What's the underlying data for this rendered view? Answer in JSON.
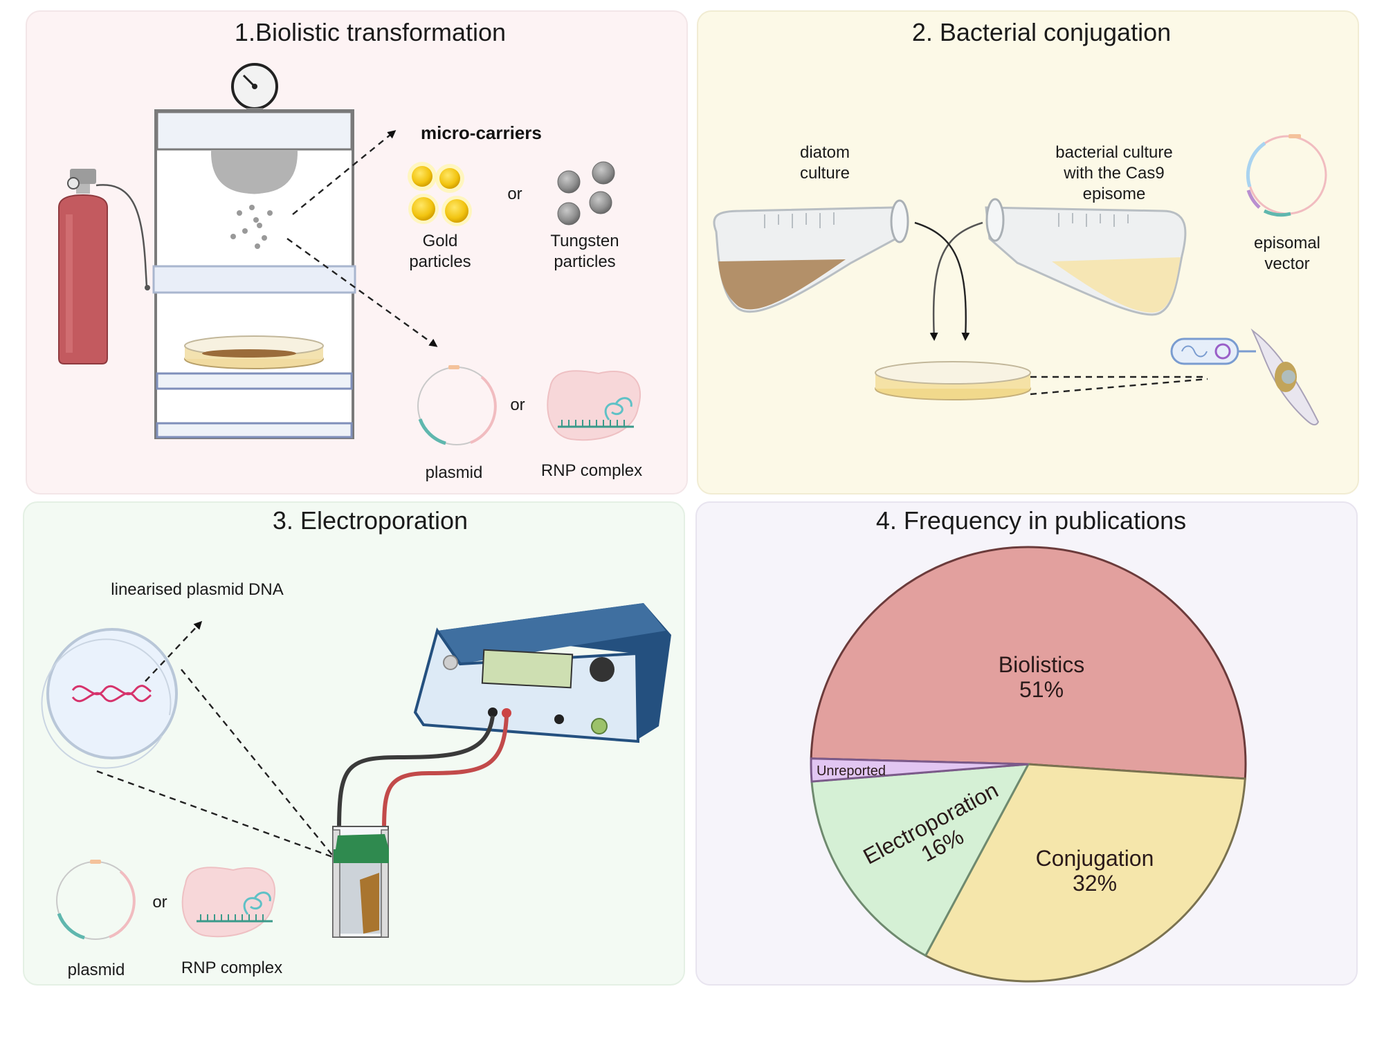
{
  "panels": {
    "biolistic": {
      "title": "1.Biolistic transformation",
      "micro_carriers": "micro-carriers",
      "gold_line1": "Gold",
      "gold_line2": "particles",
      "or1": "or",
      "tungsten_line1": "Tungsten",
      "tungsten_line2": "particles",
      "plasmid": "plasmid",
      "or2": "or",
      "rnp": "RNP complex"
    },
    "conjugation": {
      "title": "2. Bacterial conjugation",
      "diatom_line1": "diatom",
      "diatom_line2": "culture",
      "bact_line1": "bacterial culture",
      "bact_line2": "with the Cas9",
      "bact_line3": "episome",
      "episomal_line1": "episomal",
      "episomal_line2": "vector"
    },
    "electroporation": {
      "title": "3. Electroporation",
      "linearised": "linearised plasmid DNA",
      "plasmid": "plasmid",
      "or": "or",
      "rnp": "RNP complex"
    },
    "frequency": {
      "title": "4. Frequency in publications"
    }
  },
  "chart_data": {
    "type": "pie",
    "title": "4. Frequency in publications",
    "slices": [
      {
        "label": "Biolistics",
        "value": 51,
        "pct_label": "51%",
        "color": "#e2a09e"
      },
      {
        "label": "Conjugation",
        "value": 32,
        "pct_label": "32%",
        "color": "#f5e6ab"
      },
      {
        "label": "Electroporation",
        "value": 16,
        "pct_label": "16%",
        "color": "#d5f0d5"
      },
      {
        "label": "Unreported",
        "value": 1.7,
        "pct_label": "",
        "color": "#e2c6f2"
      }
    ]
  },
  "colors": {
    "panel1_bg": "#fdf3f4",
    "panel2_bg": "#fcf9e7",
    "panel3_bg": "#f3faf3",
    "panel4_bg": "#f6f4fa",
    "gold": "#f2c411",
    "tungsten": "#8a8a8a",
    "gas_cylinder": "#c35a5f",
    "device_blue": "#3a6b9b"
  }
}
